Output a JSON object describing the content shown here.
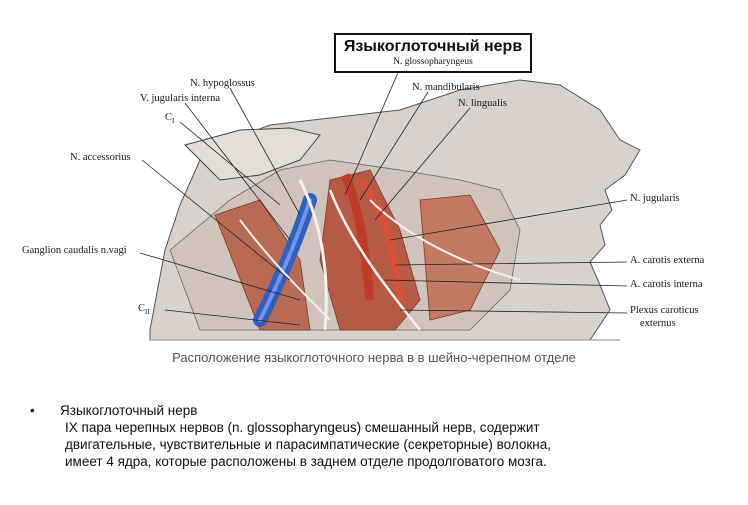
{
  "title": {
    "main": "Языкоглоточный нерв",
    "sub": "N. glossopharyngeus"
  },
  "labels": {
    "hypoglossus": "N. hypoglossus",
    "jugularis_interna": "V. jugularis interna",
    "c1": "C",
    "c1_sub": "I",
    "accessorius": "N. accessorius",
    "ganglion": "Ganglion caudalis n.vagi",
    "c2": "C",
    "c2_sub": "II",
    "mandibularis": "N. mandibularis",
    "lingualis": "N. lingualis",
    "jugularis": "N. jugularis",
    "carotis_externa": "A. carotis externa",
    "carotis_interna": "A. carotis interna",
    "plexus_line1": "Plexus caroticus",
    "plexus_line2": "externus"
  },
  "caption": "Расположение языкоглоточного нерва в в шейно-черепном отделе",
  "bullet": {
    "marker": "•",
    "heading": "Языкоглоточный нерв",
    "line1": " IX пара черепных нервов (n.  glossopharyngeus) смешанный нерв, содержит",
    "line2": "двигательные, чувствительные и парасимпатические (секреторные) волокна,",
    "line3": "имеет 4 ядра, которые расположены в заднем отделе продолговатого мозга."
  }
}
